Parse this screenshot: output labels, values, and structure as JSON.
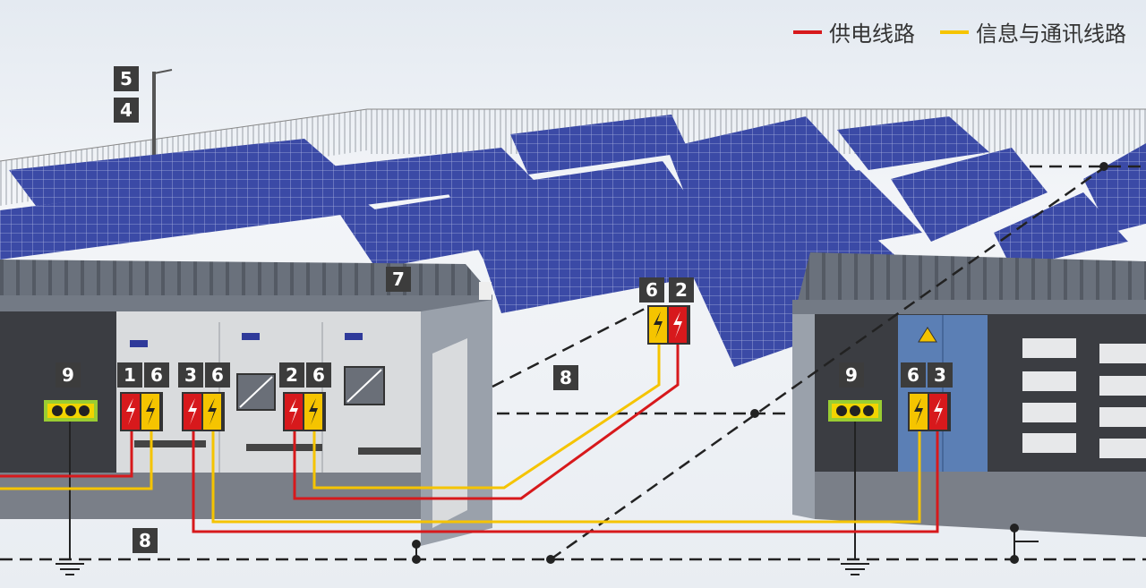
{
  "legend": {
    "power_line": {
      "label": "供电线路",
      "color": "#d7191c"
    },
    "comm_line": {
      "label": "信息与通讯线路",
      "color": "#f5c400"
    }
  },
  "labels": {
    "weather_station_top": "5",
    "weather_station_bottom": "4",
    "container_roof": "7",
    "field_box_left": "6",
    "field_box_right": "2",
    "ground_mid": "8",
    "ground_bottom": "8",
    "left_ground_terminal": "9",
    "left_spd_1a": "1",
    "left_spd_1b": "6",
    "left_spd_2a": "3",
    "left_spd_2b": "6",
    "left_spd_3a": "2",
    "left_spd_3b": "6",
    "right_ground_terminal": "9",
    "right_spd_a": "6",
    "right_spd_b": "3"
  },
  "colors": {
    "panel": "#3b4aa6",
    "container": "#5d6470",
    "tag": "#3c3c3c",
    "ground_terminal": "#9acd32"
  },
  "icons": [
    "lightning-icon",
    "ground-icon",
    "inverter-icon",
    "warning-icon"
  ]
}
